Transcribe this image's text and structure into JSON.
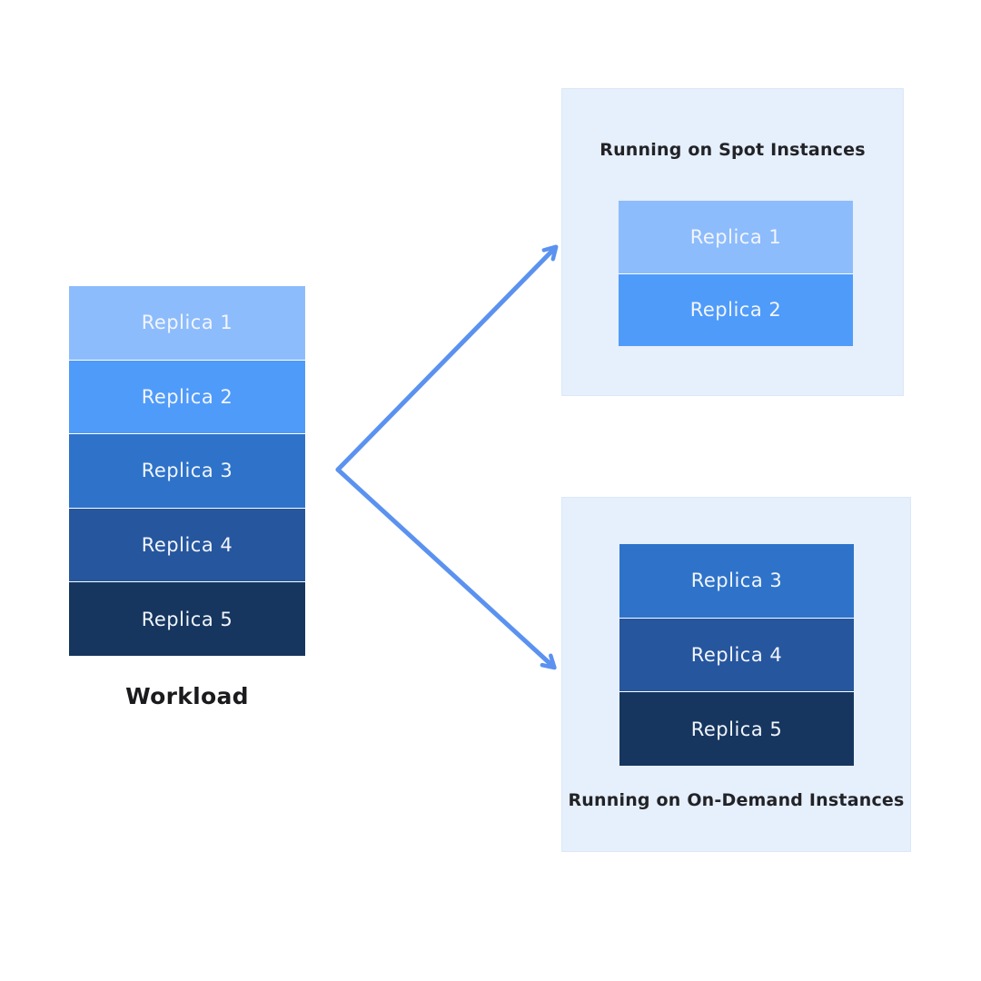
{
  "diagram": {
    "workload": {
      "label": "Workload",
      "replicas": [
        {
          "label": "Replica 1",
          "color": "#8DBCFC"
        },
        {
          "label": "Replica 2",
          "color": "#4F9BFA"
        },
        {
          "label": "Replica 3",
          "color": "#2E73C9"
        },
        {
          "label": "Replica 4",
          "color": "#26569E"
        },
        {
          "label": "Replica 5",
          "color": "#16365F"
        }
      ]
    },
    "spot": {
      "title": "Running on Spot Instances",
      "replicas": [
        {
          "label": "Replica 1",
          "color": "#8DBCFC"
        },
        {
          "label": "Replica 2",
          "color": "#4F9BFA"
        }
      ]
    },
    "on_demand": {
      "title": "Running on On-Demand Instances",
      "replicas": [
        {
          "label": "Replica 3",
          "color": "#2E73C9"
        },
        {
          "label": "Replica 4",
          "color": "#26569E"
        },
        {
          "label": "Replica 5",
          "color": "#16365F"
        }
      ]
    },
    "colors": {
      "group_box_bg": "#E6EFFC",
      "arrow": "#5B92F0",
      "replica_text": "#F2F5FB",
      "title_text": "#222327",
      "workload_text": "#1B1B1D"
    }
  }
}
